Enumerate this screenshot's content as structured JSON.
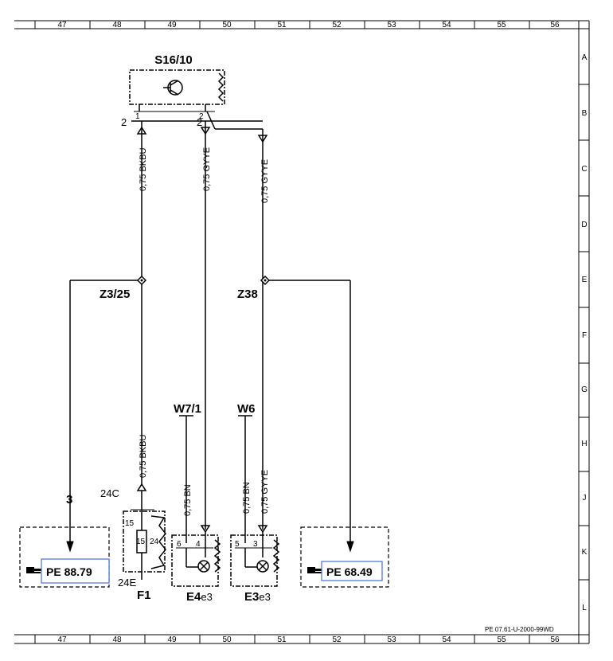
{
  "grid": {
    "columns": [
      "47",
      "48",
      "49",
      "50",
      "51",
      "52",
      "53",
      "54",
      "55",
      "56"
    ],
    "rows": [
      "A",
      "B",
      "C",
      "D",
      "E",
      "F",
      "G",
      "H",
      "J",
      "K",
      "L"
    ]
  },
  "components": {
    "switch": "S16/10",
    "fuse": "F1",
    "lamp_left_main": "E4",
    "lamp_left_sub": "e3",
    "lamp_right_main": "E3",
    "lamp_right_sub": "e3",
    "ground_left": "W7/1",
    "ground_right": "W6",
    "splice_left": "Z3/25",
    "splice_right": "Z38"
  },
  "wires": {
    "bkbu_top": "0,75 BKBU",
    "gyye_mid": "0,75 GYYE",
    "gyye_right": "0,75 GYYE",
    "bkbu_lower": "0,75 BKBU",
    "bn_left": "0,75 BN",
    "bn_right": "0,75 BN",
    "gyye_lower": "0,75 GYYE"
  },
  "pins": {
    "s16_pin1": "1",
    "s16_pin2": "2",
    "s16_conn_left": "2",
    "s16_conn_right": "2",
    "fuse_24c": "24C",
    "fuse_24e": "24E",
    "fuse_15a": "15",
    "fuse_15b": "15",
    "fuse_24": "24",
    "e4_pin6": "6",
    "e4_pin4": "4",
    "e3_pin5": "5",
    "e3_pin3": "3",
    "arrow_num": "3"
  },
  "references": {
    "left": "PE 88.79",
    "right": "PE 68.49"
  },
  "footer": "PE 07.61-U-2000-99WD"
}
